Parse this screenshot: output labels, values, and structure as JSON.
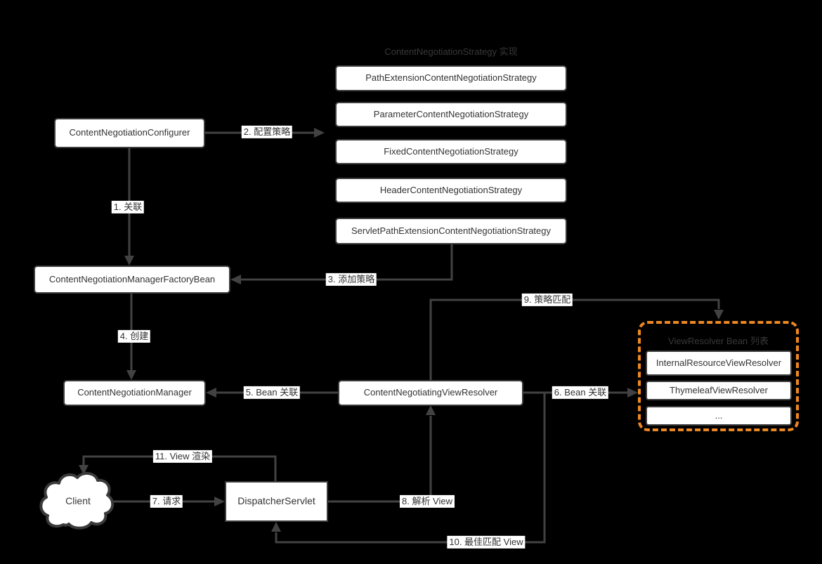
{
  "diagram": {
    "strategy_group_title": "ContentNegotiationStrategy 实现",
    "nodes": {
      "configurer": "ContentNegotiationConfigurer",
      "strategies": [
        "PathExtensionContentNegotiationStrategy",
        "ParameterContentNegotiationStrategy",
        "FixedContentNegotiationStrategy",
        "HeaderContentNegotiationStrategy",
        "ServletPathExtensionContentNegotiationStrategy"
      ],
      "factory_bean": "ContentNegotiationManagerFactoryBean",
      "manager": "ContentNegotiationManager",
      "view_resolver": "ContentNegotiatingViewResolver",
      "dispatcher": "DispatcherServlet",
      "client": "Client"
    },
    "resolver_list": {
      "title": "ViewResolver Bean 列表",
      "items": [
        "InternalResourceViewResolver",
        "ThymeleafViewResolver",
        "..."
      ]
    },
    "edges": {
      "e1": "1. 关联",
      "e2": "2. 配置策略",
      "e3": "3. 添加策略",
      "e4": "4. 创建",
      "e5": "5. Bean 关联",
      "e6": "6. Bean 关联",
      "e7": "7. 请求",
      "e8": "8. 解析 View",
      "e9": "9. 策略匹配",
      "e10": "10. 最佳匹配 View",
      "e11": "11. View 渲染"
    },
    "colors": {
      "background": "#000000",
      "box_fill": "#ffffff",
      "box_border": "#3d3d3d",
      "box_text": "#333333",
      "line": "#424242",
      "muted_title": "#383838",
      "accent_orange": "#ee8822",
      "label_bg": "#ffffff"
    }
  }
}
